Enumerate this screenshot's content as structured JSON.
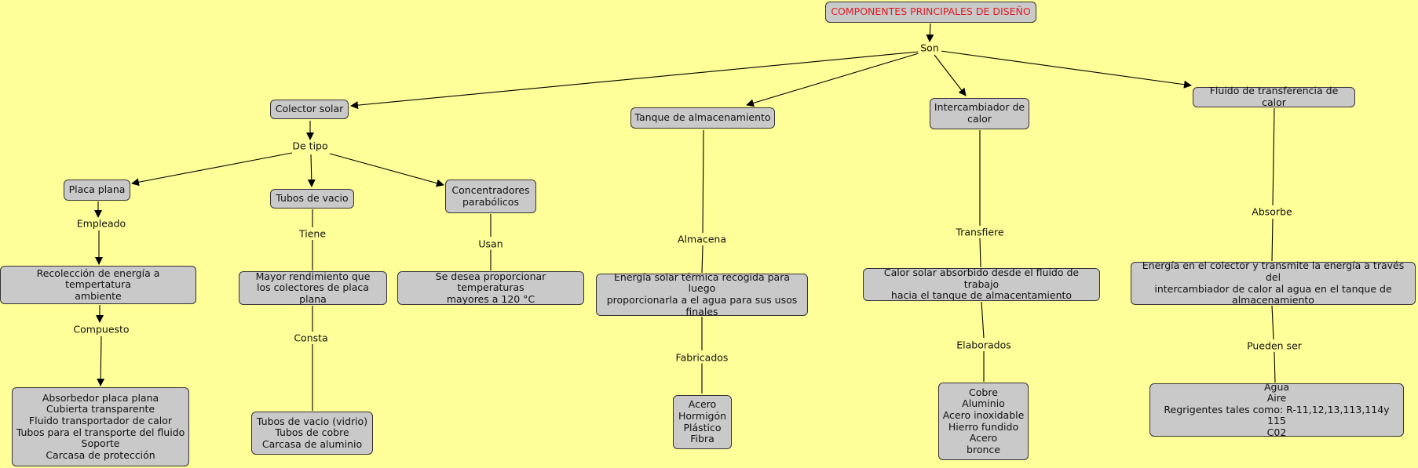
{
  "nodes": {
    "root": "COMPONENTES PRINCIPALES DE DISEÑO",
    "colector": "Colector solar",
    "tanque": "Tanque de almacenamiento",
    "intercambiador": "Intercambiador de\ncalor",
    "fluido": "Fluido de transferencia de calor",
    "placa": "Placa plana",
    "tubos": "Tubos de vacio",
    "concentradores": "Concentradores\nparabólicos",
    "recoleccion": "Recolección de energía a tempertatura\nambiente",
    "absorbedor": "Absorbedor placa plana\nCubierta transparente\nFluido transportador de calor\nTubos para el transporte del fluido\nSoporte\nCarcasa de protección",
    "mayor": "Mayor rendimiento que\nlos colectores de placa plana",
    "tubos_vidrio": "Tubos de vacio (vidrio)\nTubos de cobre\nCarcasa de aluminio",
    "temperaturas": "Se desea proporcionar temperaturas\nmayores a 120 °C",
    "energia_termica": "Energía solar térmica recogida para luego\nproporcionarla a el agua para sus usos\nfinales",
    "materiales_tanque": "Acero\nHormigón\nPlástico\nFibra",
    "calor_absorbido": "Calor solar absorbido desde el fluido de trabajo\nhacia el tanque de almacentamiento",
    "materiales_inter": "Cobre\nAluminio\nAcero inoxidable\nHierro fundido\nAcero\nbronce",
    "energia_colector": "Energía en el colector y transmite la energía a través del\nintercambiador de calor al agua en el tanque de\nalmacenamiento",
    "fluidos": "Agua\nAire\nRegrigentes tales como: R-11,12,13,113,114y 115\nC02"
  },
  "links": {
    "son": "Son",
    "de_tipo": "De tipo",
    "empleado": "Empleado",
    "compuesto": "Compuesto",
    "tiene": "Tiene",
    "consta": "Consta",
    "usan": "Usan",
    "almacena": "Almacena",
    "fabricados": "Fabricados",
    "transfiere": "Transfiere",
    "elaborados": "Elaborados",
    "absorbe": "Absorbe",
    "pueden_ser": "Pueden ser"
  }
}
